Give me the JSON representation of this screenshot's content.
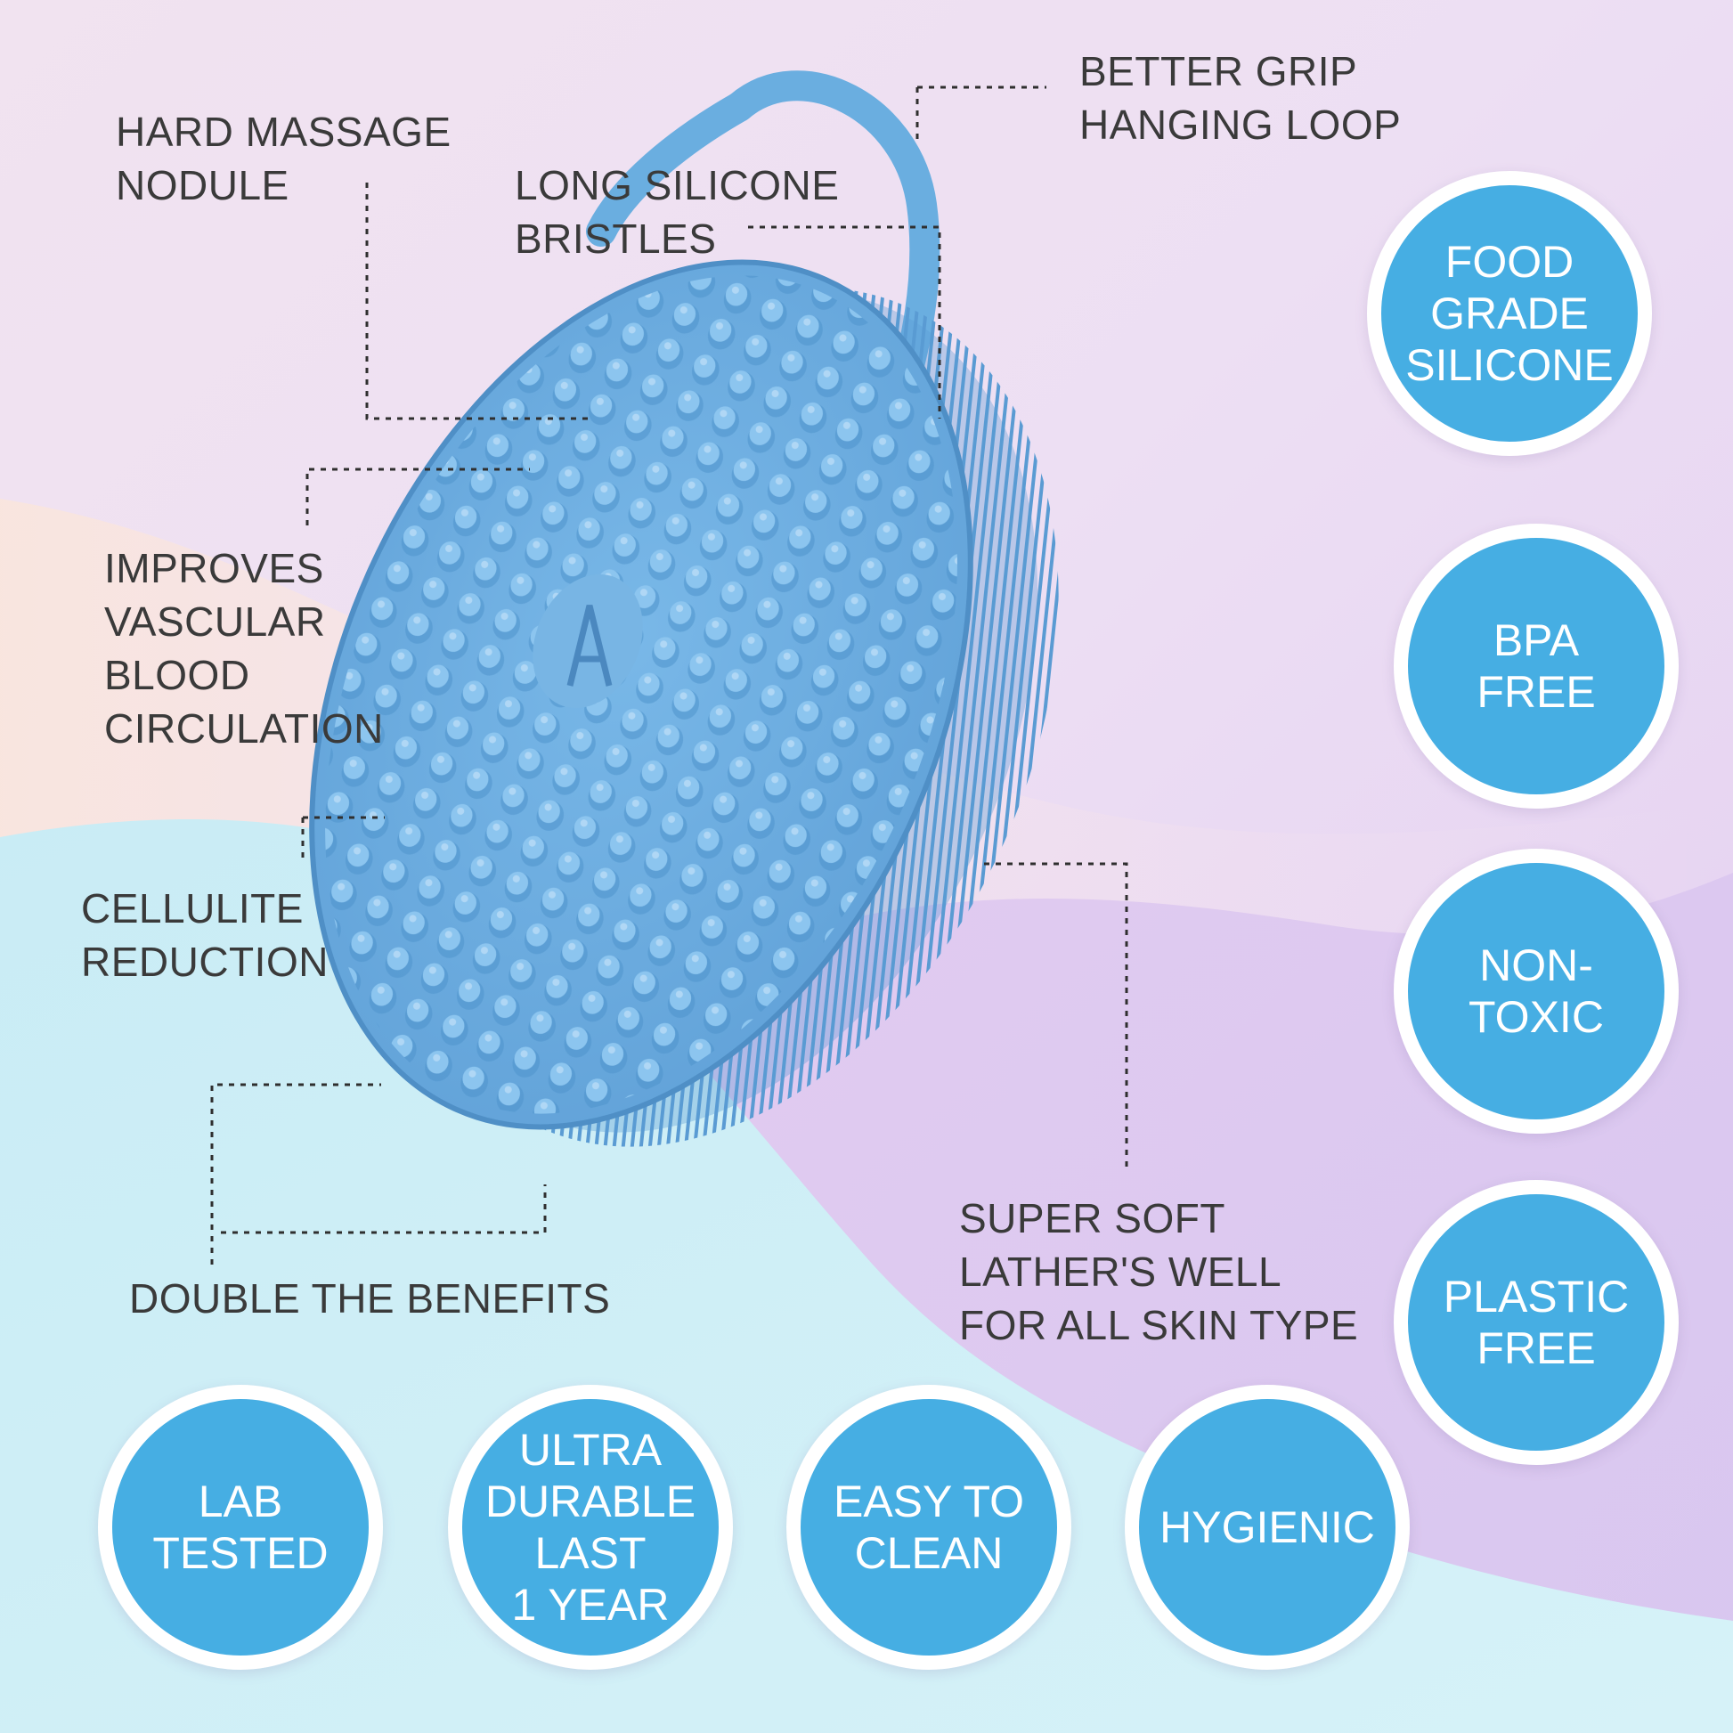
{
  "colors": {
    "badge_fill": "#46aee3",
    "badge_border": "#ffffff",
    "brush": "#6aaee0",
    "text": "#3a3a3a"
  },
  "callouts": {
    "hard_massage": "HARD MASSAGE\nNODULE",
    "long_bristles": "LONG SILICONE\nBRISTLES",
    "grip_loop": "BETTER GRIP\nHANGING LOOP",
    "circulation": "IMPROVES\nVASCULAR\nBLOOD\nCIRCULATION",
    "cellulite": "CELLULITE\nREDUCTION",
    "double": "DOUBLE THE BENEFITS",
    "super_soft": "SUPER SOFT\nLATHER'S WELL\nFOR ALL SKIN TYPE"
  },
  "badges": {
    "food_grade": "FOOD\nGRADE\nSILICONE",
    "bpa_free": "BPA\nFREE",
    "non_toxic": "NON-\nTOXIC",
    "plastic_free": "PLASTIC\nFREE",
    "lab_tested": "LAB\nTESTED",
    "ultra_durable": "ULTRA\nDURABLE\nLAST\n1 YEAR",
    "easy_clean": "EASY TO\nCLEAN",
    "hygienic": "HYGIENIC"
  }
}
